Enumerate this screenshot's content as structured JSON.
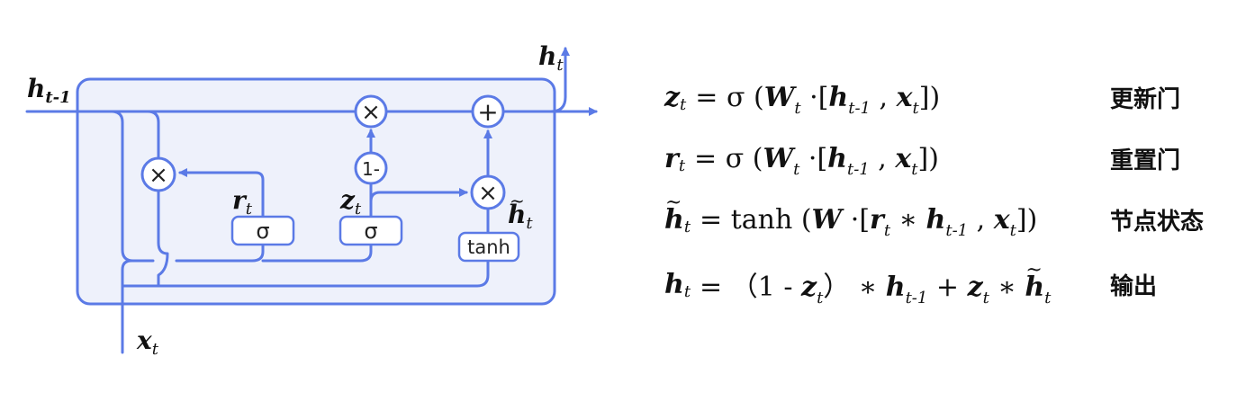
{
  "diagram": {
    "labels": {
      "h_prev": "h",
      "h_prev_sub": "t-1",
      "h_out": "h",
      "h_out_sub": "t",
      "x_in": "x",
      "x_in_sub": "t",
      "r": "r",
      "r_sub": "t",
      "z": "z",
      "z_sub": "t",
      "h_tilde": "h",
      "h_tilde_sub": "t"
    },
    "ops": {
      "mult_reset": "×",
      "mult_top": "×",
      "add_top": "+",
      "one_minus": "1-",
      "mult_candidate": "×"
    },
    "boxes": {
      "sigma_r": "σ",
      "sigma_z": "σ",
      "tanh": "tanh"
    },
    "colors": {
      "line": "#5b7ae6",
      "cell_fill": "#eef1fb",
      "text": "#111111"
    }
  },
  "equations": [
    {
      "lhs": "z",
      "lhs_sub": "t",
      "parts": [
        "= σ (",
        "W",
        "t",
        " ·[",
        "h",
        "t-1",
        " ,  ",
        "x",
        "t",
        "])"
      ],
      "name": "更新门"
    },
    {
      "lhs": "r",
      "lhs_sub": "t",
      "parts": [
        "= σ (",
        "W",
        "t",
        " ·[",
        "h",
        "t-1",
        " ,  ",
        "x",
        "t",
        "])"
      ],
      "name": "重置门"
    },
    {
      "lhs": "h",
      "lhs_sub": "t",
      "parts": [
        "=  tanh (",
        "W",
        " ·[",
        "r",
        "t",
        " ∗ ",
        "h",
        "t-1",
        "  , ",
        "x",
        "t",
        "])"
      ],
      "name": "节点状态"
    },
    {
      "lhs": "h",
      "lhs_sub": "t",
      "parts": [
        "= （1 - ",
        "z",
        "t",
        "） ∗ ",
        "h",
        "t-1",
        " + ",
        "z",
        "t",
        " ∗ ",
        "h",
        "t"
      ],
      "name": "输出"
    }
  ]
}
